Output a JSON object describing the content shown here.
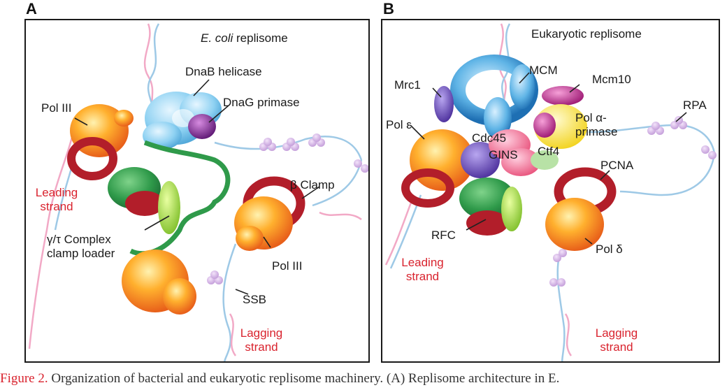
{
  "panels": {
    "a": {
      "letter": "A",
      "title_italic": "E. coli",
      "title_rest": " replisome",
      "labels": {
        "dnab": "DnaB helicase",
        "dnag": "DnaG primase",
        "pol3_top": "Pol III",
        "leading_1": "Leading",
        "leading_2": "strand",
        "beta_clamp": "β Clamp",
        "gamma_1": "γ/τ Complex",
        "gamma_2": "clamp loader",
        "pol3_bottom": "Pol III",
        "ssb": "SSB",
        "lagging_1": "Lagging",
        "lagging_2": "strand"
      }
    },
    "b": {
      "letter": "B",
      "title": "Eukaryotic replisome",
      "labels": {
        "mcm": "MCM",
        "mrc1": "Mrc1",
        "mcm10": "Mcm10",
        "pol_alpha_1": "Pol α-",
        "pol_alpha_2": "primase",
        "rpa": "RPA",
        "pol_epsilon": "Pol ε",
        "cdc45": "Cdc45",
        "gins": "GINS",
        "ctf4": "Ctf4",
        "pcna": "PCNA",
        "rfc": "RFC",
        "pol_delta": "Pol δ",
        "leading_1": "Leading",
        "leading_2": "strand",
        "lagging_1": "Lagging",
        "lagging_2": "strand"
      }
    }
  },
  "caption": {
    "figure_label": "Figure 2.",
    "text": " Organization of bacterial and eukaryotic replisome machinery. (A) Replisome architecture in E."
  },
  "colors": {
    "strand_label": "#d9232e",
    "frame": "#1a1a1a",
    "dna_blue": "#9ec9e6",
    "dna_pink": "#f2a9c6"
  }
}
